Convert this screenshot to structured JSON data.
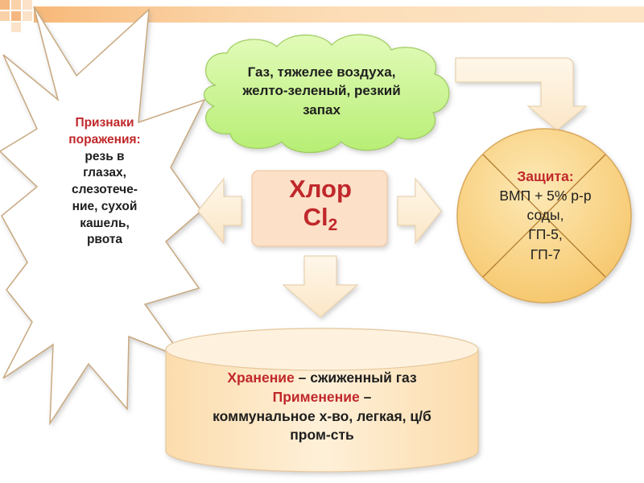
{
  "cloud": {
    "lines": [
      "Газ, тяжелее  воздуха,",
      "желто-зеленый, резкий",
      "запах"
    ],
    "color": "#c9f28c"
  },
  "symptoms": {
    "title_lines": [
      "Признаки",
      "поражения:"
    ],
    "body_lines": [
      "резь в",
      "глазах,",
      "слезотече-",
      "ние, сухой",
      "кашель,",
      "рвота"
    ]
  },
  "center": {
    "name": "Хлор",
    "formula_base": "Cl",
    "formula_sub": "2",
    "color": "#fce0c8"
  },
  "protection": {
    "title": "Защита:",
    "lines": [
      "ВМП + 5% р-р",
      "соды,",
      "ГП-5,",
      "ГП-7"
    ],
    "color": "#fbd78c"
  },
  "storage": {
    "label1": "Хранение",
    "text1": " – сжиженный газ",
    "label2": "Применение",
    "text2": " –",
    "line3": "коммунальное х-во, легкая, ц/б",
    "line4": "пром-сть",
    "color": "#fde8c4"
  },
  "icons": {
    "arrows": [
      "arrow-left-icon",
      "arrow-right-icon",
      "arrow-down-icon",
      "arrow-bent-icon"
    ]
  },
  "accent_color": "#c0282b"
}
